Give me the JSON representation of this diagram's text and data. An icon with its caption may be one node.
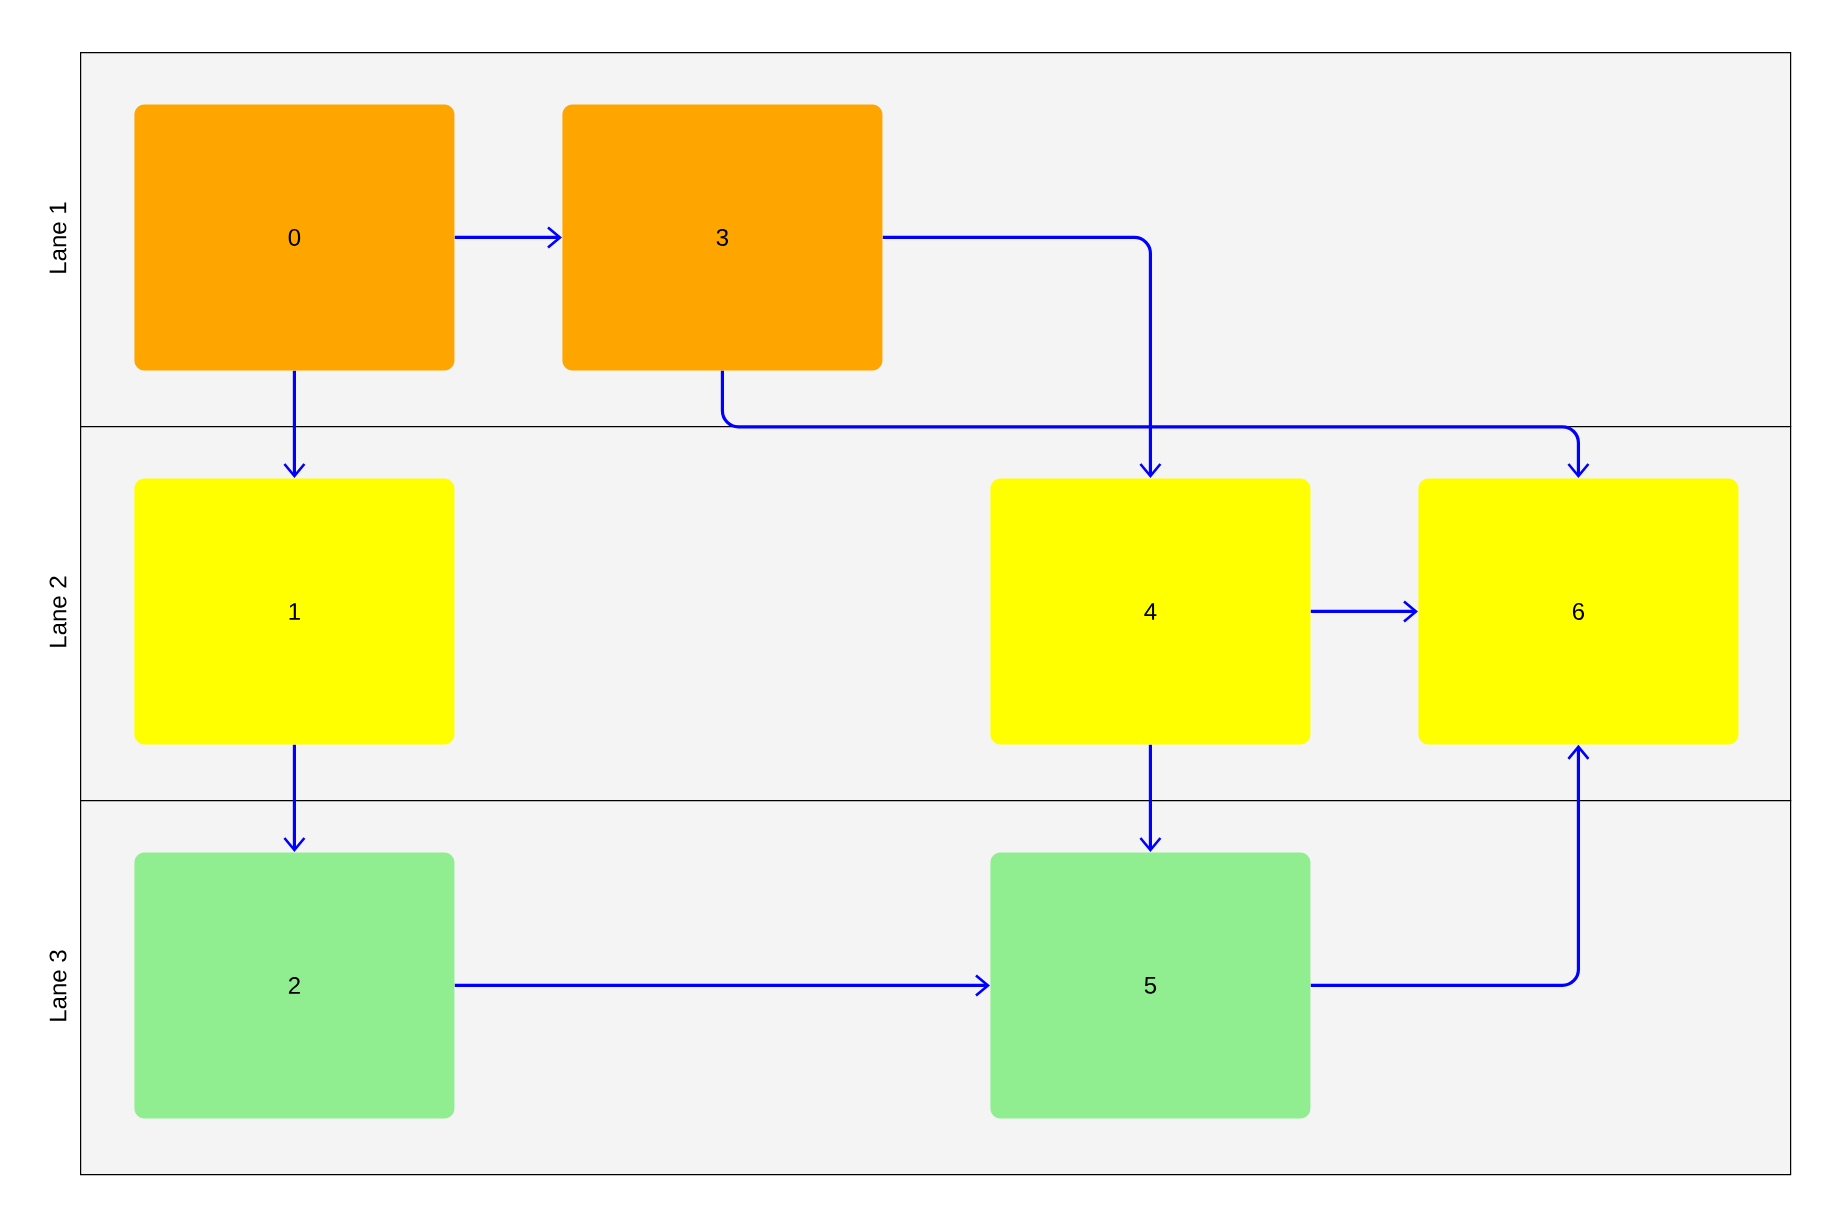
{
  "diagram": {
    "nodes": [
      {
        "text": [
          "Lane 1"
        ]
      },
      {
        "text": [
          "0"
        ],
        "in": 0
      },
      {
        "text": [
          "3"
        ],
        "in": 0
      },
      {
        "text": [
          "Lane 2"
        ]
      },
      {
        "text": [
          "1"
        ],
        "in": 3
      },
      {
        "text": [
          "4"
        ],
        "in": 3
      },
      {
        "text": [
          "6"
        ],
        "in": 3
      },
      {
        "text": [
          "Lane 3"
        ]
      },
      {
        "text": [
          "2"
        ],
        "in": 7
      },
      {
        "text": [
          "5"
        ],
        "in": 7
      }
    ],
    "edges": [
      {
        "from": 1,
        "to": 2,
        "arrow": "to"
      },
      {
        "from": 1,
        "to": 4,
        "arrow": "to"
      },
      {
        "from": 2,
        "to": 5,
        "arrow": "to"
      },
      {
        "from": 2,
        "to": 6,
        "arrow": "to"
      },
      {
        "from": 5,
        "to": 6,
        "arrow": "to"
      },
      {
        "from": 4,
        "to": 8,
        "arrow": "to"
      },
      {
        "from": 5,
        "to": 9,
        "arrow": "to"
      },
      {
        "from": 8,
        "to": 9,
        "arrow": "to"
      },
      {
        "from": 9,
        "to": 6,
        "arrow": "to"
      }
    ]
  }
}
